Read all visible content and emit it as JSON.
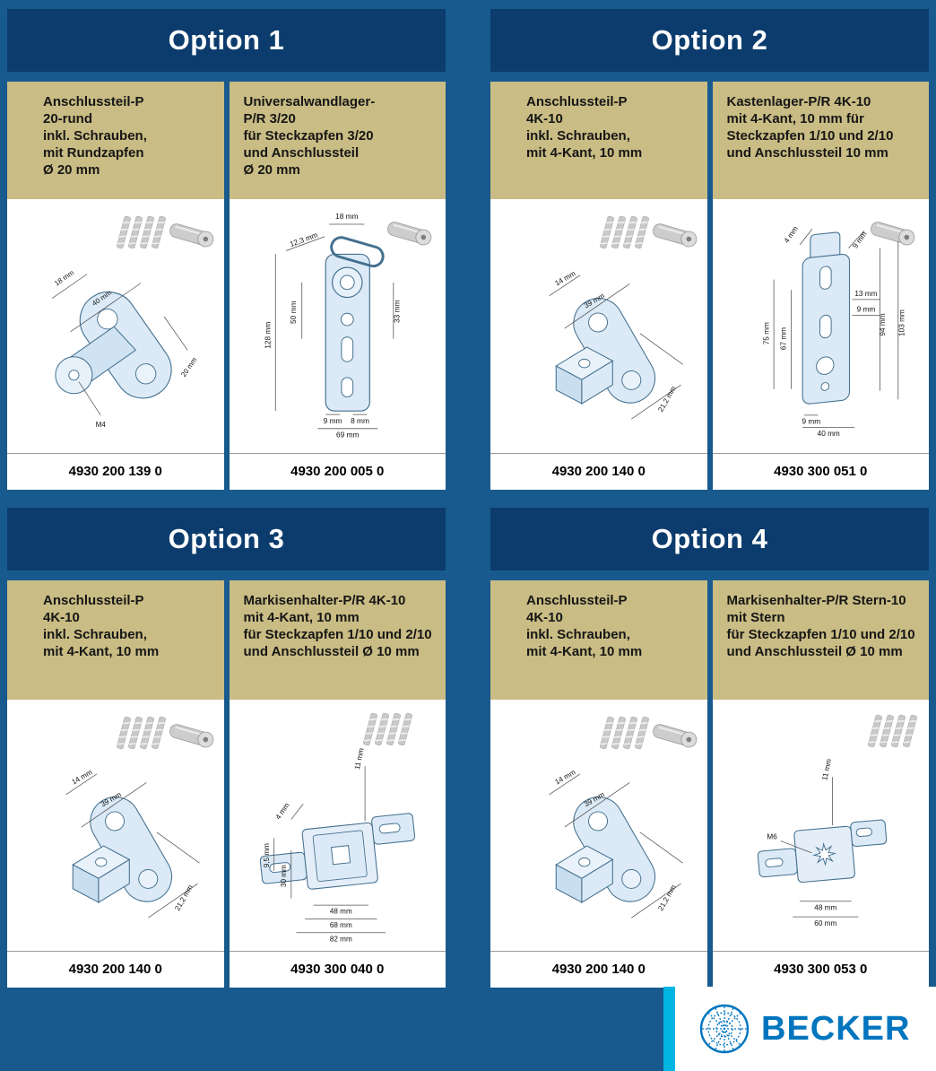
{
  "theme": {
    "background_blue": "#185a8d",
    "header_bar_blue": "#0c3c6d",
    "description_tan": "#c9bc84",
    "panel_white": "#ffffff",
    "part_drawing_blue": "#dbeaf6",
    "accent_cyan": "#00b5e2",
    "brand_blue": "#0075be"
  },
  "options": [
    {
      "label": "Option 1",
      "products": [
        {
          "description": "Anschlussteil-P\n20-rund\ninkl. Schrauben,\nmit Rundzapfen\nØ 20 mm",
          "part_number": "4930 200 139 0",
          "icons": [
            "screws-icon",
            "round-pin-icon"
          ],
          "dims": [
            "18 mm",
            "40 mm",
            "20 mm",
            "M4"
          ]
        },
        {
          "description": "Universalwandlager-\nP/R 3/20\nfür Steckzapfen 3/20\nund Anschlussteil\nØ 20 mm",
          "part_number": "4930 200 005 0",
          "icons": [
            "round-pin-icon"
          ],
          "dims": [
            "18 mm",
            "12,3 mm",
            "128 mm",
            "50 mm",
            "33 mm",
            "9 mm",
            "8 mm",
            "69 mm"
          ]
        }
      ]
    },
    {
      "label": "Option 2",
      "products": [
        {
          "description": "Anschlussteil-P\n4K-10\ninkl. Schrauben,\nmit 4-Kant, 10 mm",
          "part_number": "4930 200 140 0",
          "icons": [
            "screws-icon",
            "round-pin-icon"
          ],
          "dims": [
            "14 mm",
            "39 mm",
            "21,2 mm"
          ]
        },
        {
          "description": "Kastenlager-P/R 4K-10\nmit 4-Kant, 10 mm für\nSteckzapfen 1/10 und 2/10\nund Anschlussteil 10 mm",
          "part_number": "4930 300 051 0",
          "icons": [
            "round-pin-icon"
          ],
          "dims": [
            "4 mm",
            "9 mm",
            "94 mm",
            "103 mm",
            "13 mm",
            "9 mm",
            "75 mm",
            "67 mm",
            "9 mm",
            "40 mm"
          ]
        }
      ]
    },
    {
      "label": "Option 3",
      "products": [
        {
          "description": "Anschlussteil-P\n4K-10\ninkl. Schrauben,\nmit 4-Kant, 10 mm",
          "part_number": "4930 200 140 0",
          "icons": [
            "screws-icon",
            "round-pin-icon"
          ],
          "dims": [
            "14 mm",
            "39 mm",
            "21,2 mm"
          ]
        },
        {
          "description": "Markisenhalter-P/R 4K-10\nmit 4-Kant, 10 mm\nfür Steckzapfen 1/10 und 2/10\nund Anschlussteil Ø 10 mm",
          "part_number": "4930 300 040 0",
          "icons": [
            "screws-icon"
          ],
          "dims": [
            "11 mm",
            "4 mm",
            "9,5 mm",
            "30 mm",
            "48 mm",
            "68 mm",
            "82 mm"
          ]
        }
      ]
    },
    {
      "label": "Option 4",
      "products": [
        {
          "description": "Anschlussteil-P\n4K-10\ninkl. Schrauben,\nmit 4-Kant, 10 mm",
          "part_number": "4930 200 140 0",
          "icons": [
            "screws-icon",
            "round-pin-icon"
          ],
          "dims": [
            "14 mm",
            "39 mm",
            "21,2 mm"
          ]
        },
        {
          "description": "Markisenhalter-P/R Stern-10\nmit Stern\nfür Steckzapfen 1/10 und 2/10\nund Anschlussteil Ø 10 mm",
          "part_number": "4930 300 053 0",
          "icons": [
            "screws-icon"
          ],
          "dims": [
            "11 mm",
            "M6",
            "48 mm",
            "60 mm"
          ]
        }
      ]
    }
  ],
  "footer": {
    "brand": "BECKER"
  }
}
